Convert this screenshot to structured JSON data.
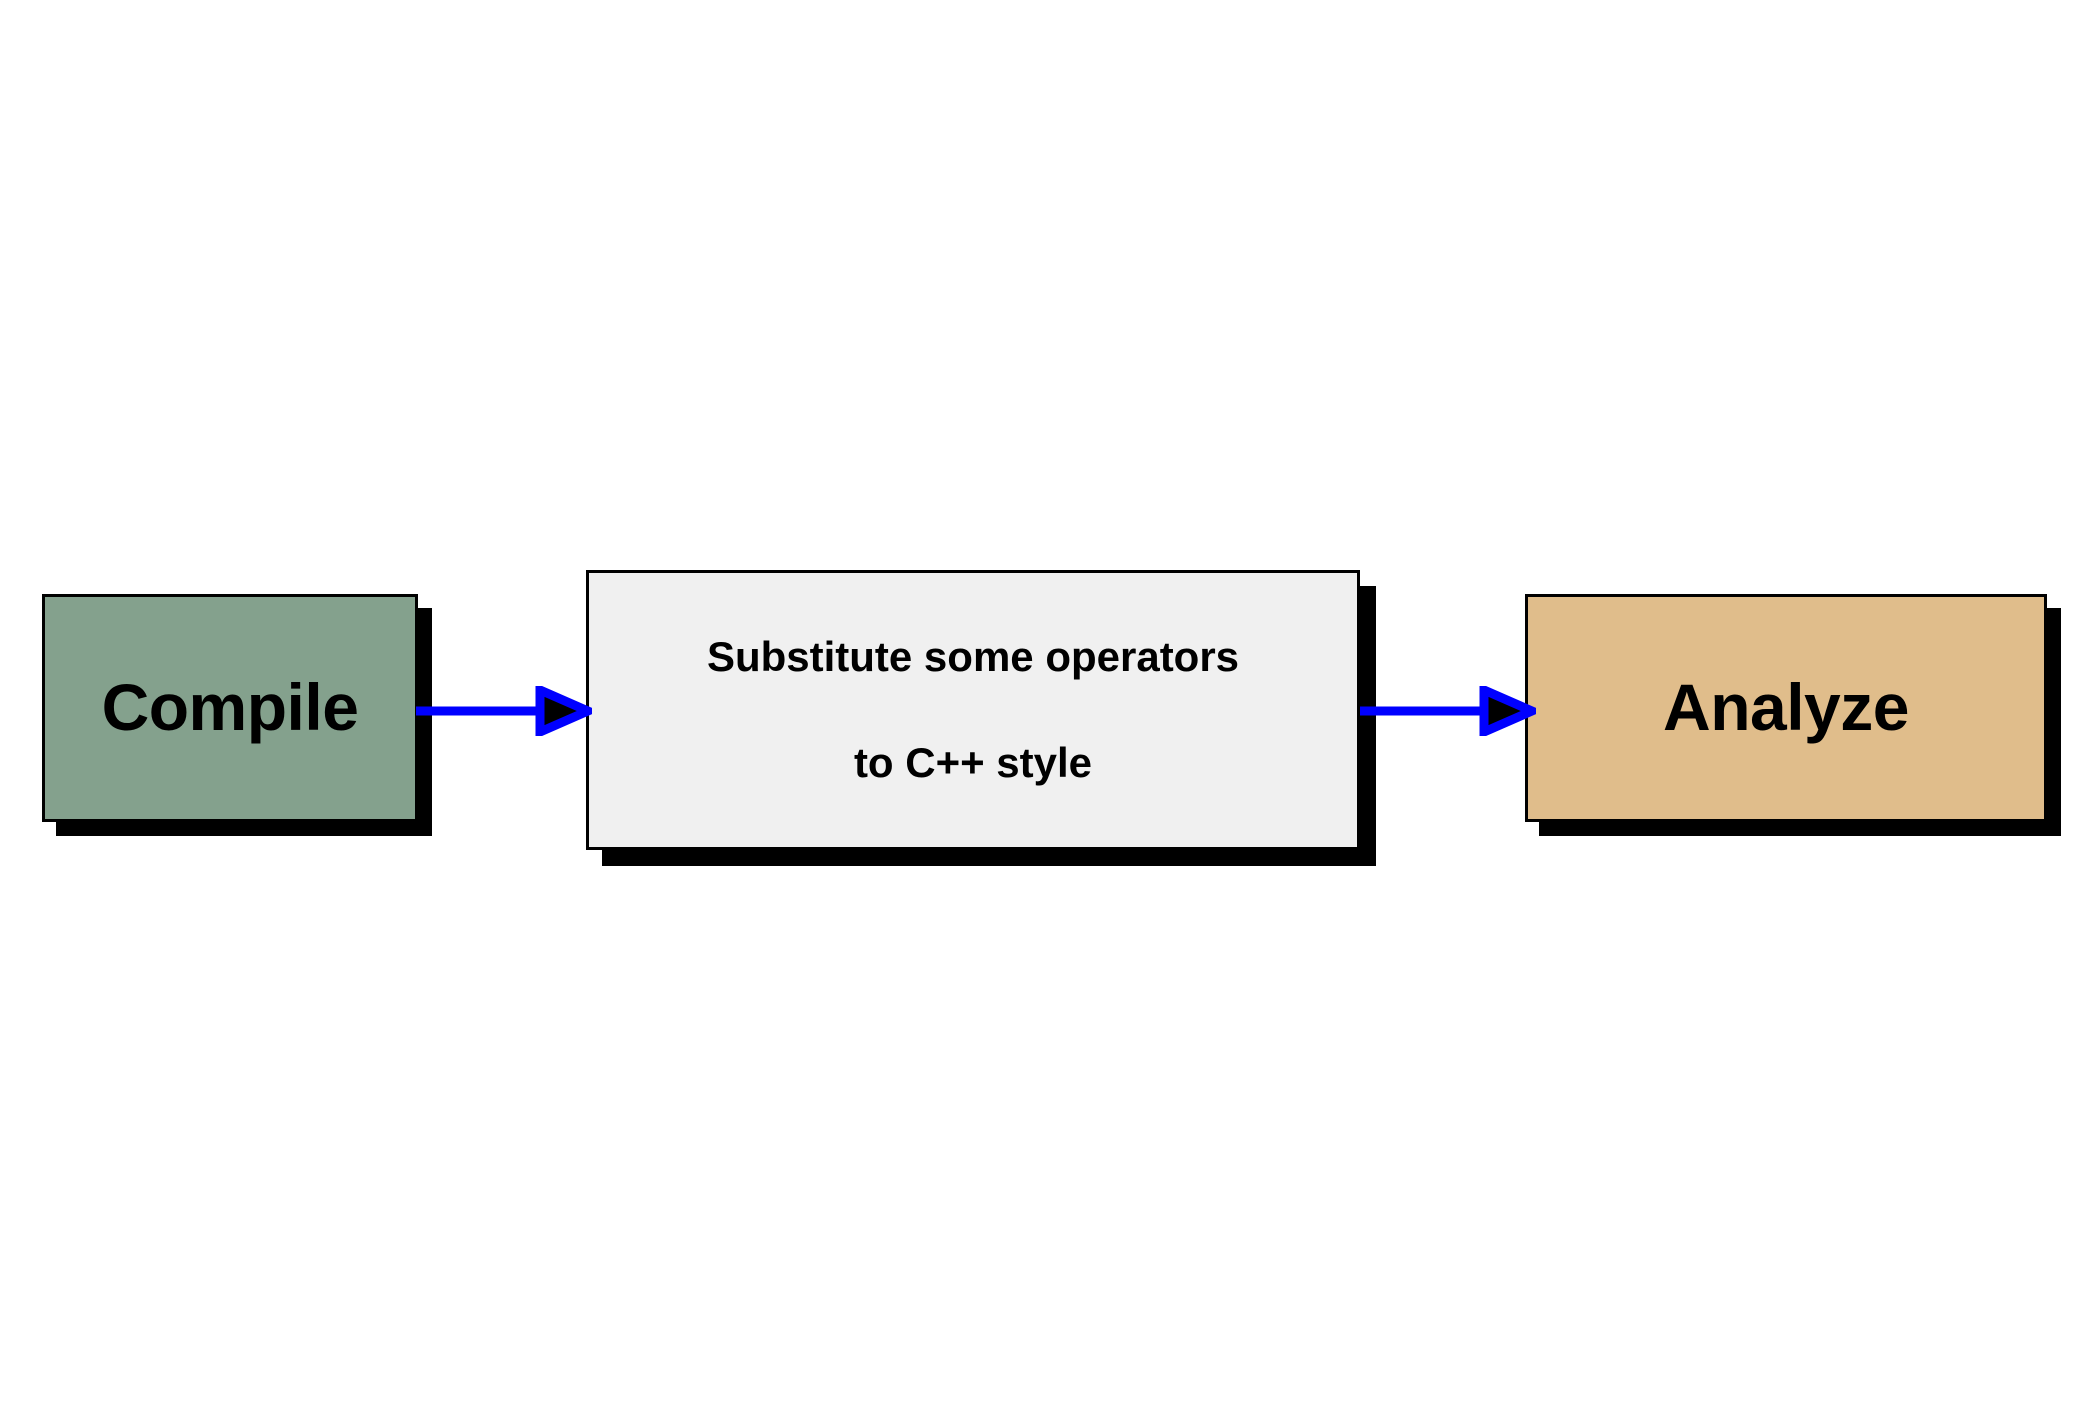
{
  "diagram": {
    "title": "Compile to Analyze pipeline",
    "background_color": "#ffffff",
    "nodes": [
      {
        "id": "compile",
        "label": "Compile",
        "fill_color": "#84a18d",
        "border_color": "#000000",
        "text_color": "#000000",
        "shape": "rectangle",
        "shadow": true
      },
      {
        "id": "substitute",
        "label_line1": "Substitute some operators",
        "label_line2": "to C++ style",
        "fill_color": "#f0f0f0",
        "border_color": "#000000",
        "text_color": "#000000",
        "shape": "rectangle",
        "shadow": true
      },
      {
        "id": "analyze",
        "label": "Analyze",
        "fill_color": "#e0bd8b",
        "border_color": "#000000",
        "text_color": "#000000",
        "shape": "rectangle",
        "shadow": true
      }
    ],
    "edges": [
      {
        "id": "compile-to-substitute",
        "from": "compile",
        "to": "substitute",
        "label": "",
        "color": "#0000ff",
        "head_fill": "#000000",
        "style": "solid-arrow"
      },
      {
        "id": "substitute-to-analyze",
        "from": "substitute",
        "to": "analyze",
        "label": "",
        "color": "#0000ff",
        "head_fill": "#000000",
        "style": "solid-arrow"
      }
    ]
  }
}
